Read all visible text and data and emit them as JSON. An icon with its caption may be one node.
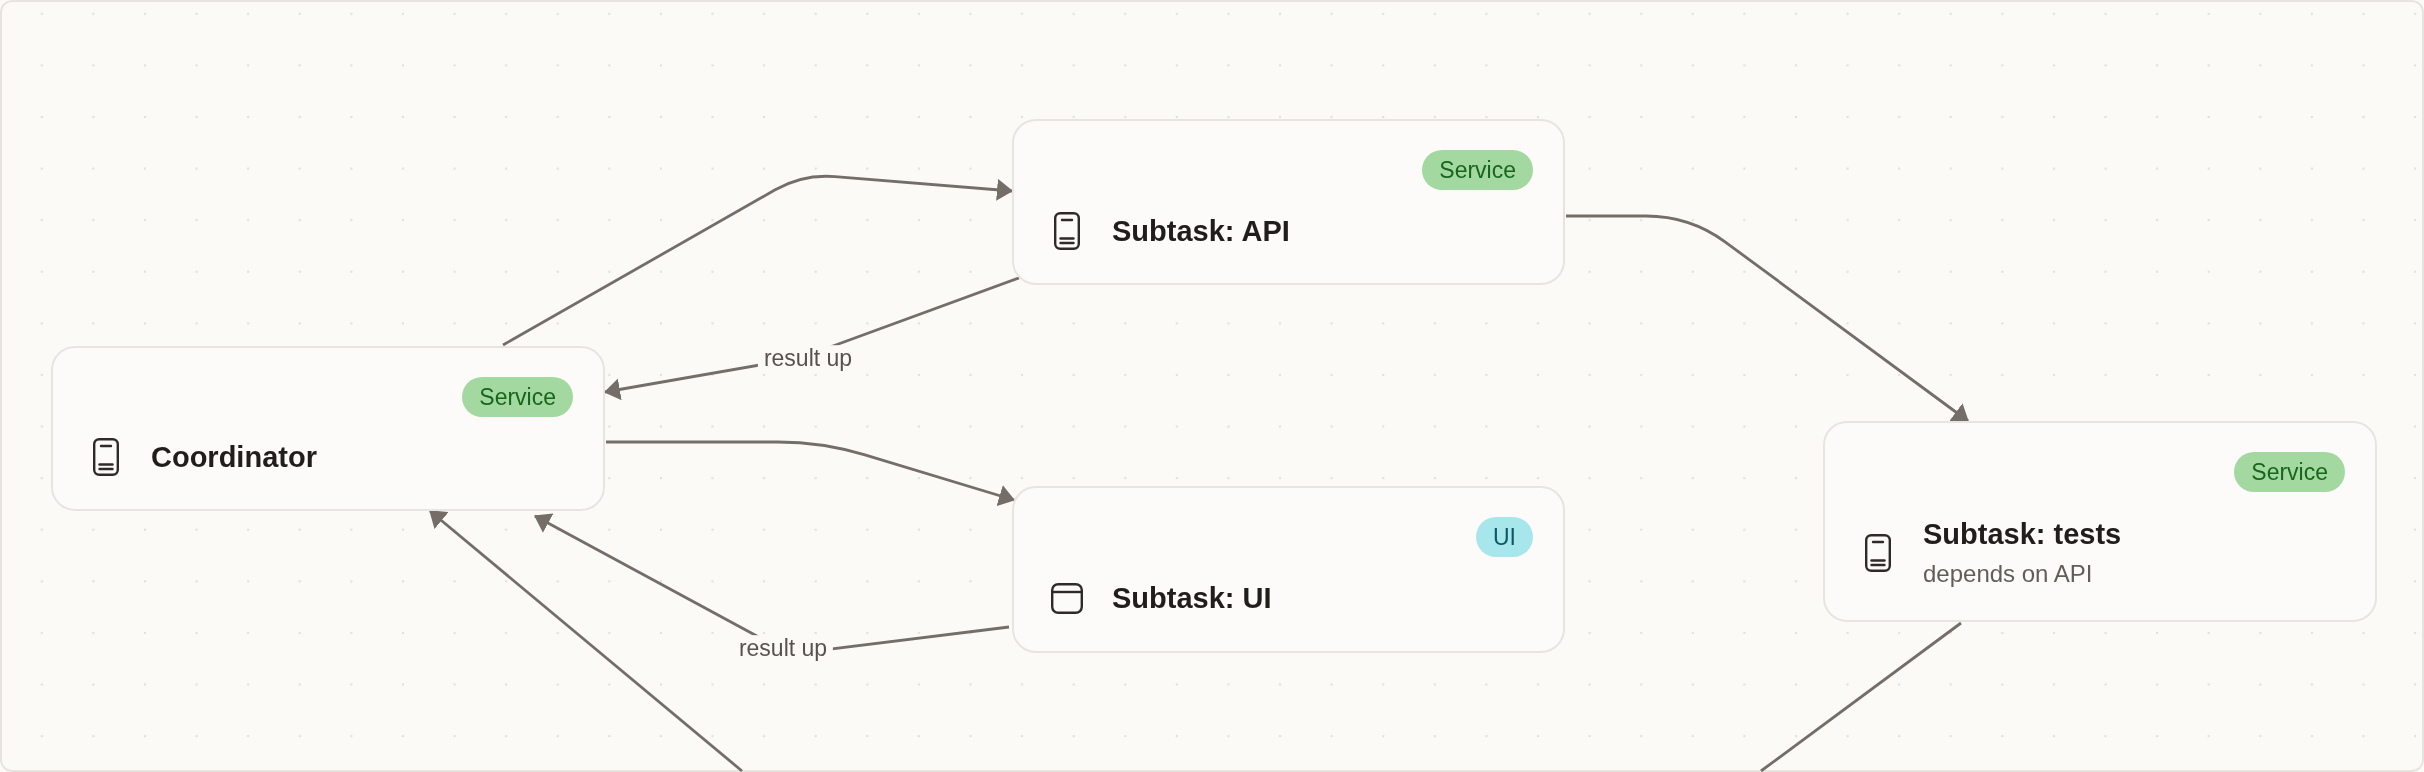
{
  "diagram": {
    "nodes": [
      {
        "text": [
          "Service",
          "Coordinator"
        ]
      },
      {
        "text": [
          "Service",
          "Subtask: API"
        ]
      },
      {
        "text": [
          "UI",
          "Subtask: UI"
        ]
      },
      {
        "text": [
          "Service",
          "Subtask: tests",
          "depends on API"
        ]
      }
    ],
    "edges": [
      {
        "from": 0,
        "to": 1,
        "arrow": "to"
      },
      {
        "from": 1,
        "to": 0,
        "arrow": "to",
        "label": "result up"
      },
      {
        "from": 0,
        "to": 2,
        "arrow": "to"
      },
      {
        "from": 2,
        "to": 0,
        "arrow": "to",
        "label": "result up"
      },
      {
        "from": 1,
        "to": 3,
        "arrow": "to"
      },
      {
        "from": null,
        "to": 0,
        "arrow": "to"
      },
      {
        "from": 3,
        "to": null,
        "arrow": "none"
      }
    ]
  }
}
